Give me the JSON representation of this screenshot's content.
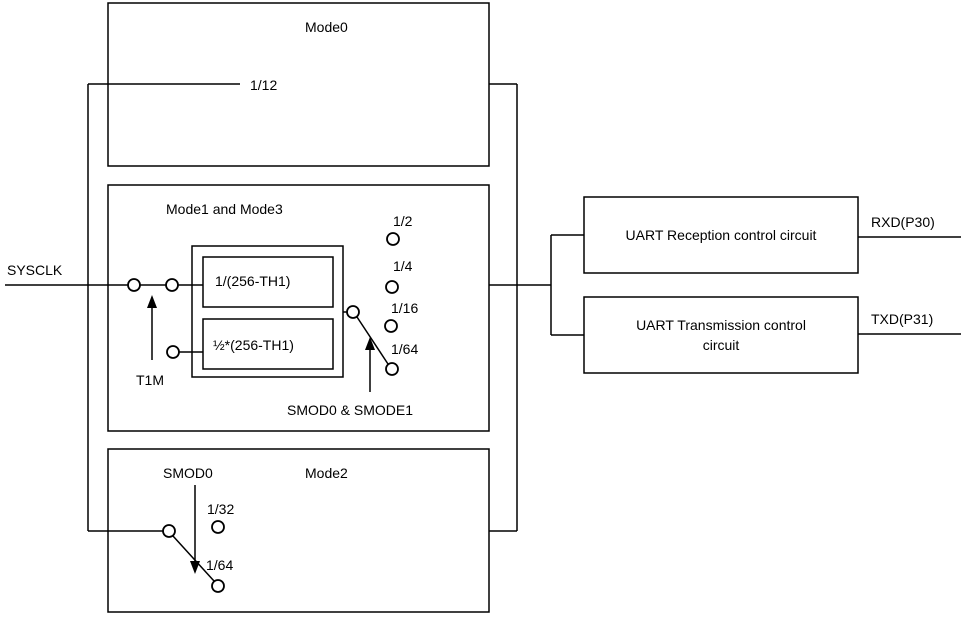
{
  "mode0": {
    "title": "Mode0",
    "divider": "1/12"
  },
  "mode13": {
    "title": "Mode1 and Mode3",
    "divider_a": "1/(256-TH1)",
    "divider_b": "½*(256-TH1)",
    "taps": [
      "1/2",
      "1/4",
      "1/16",
      "1/64"
    ],
    "control_label": "SMOD0 & SMODE1",
    "timer_control": "T1M"
  },
  "mode2": {
    "title": "Mode2",
    "control_label": "SMOD0",
    "taps": [
      "1/32",
      "1/64"
    ]
  },
  "input": {
    "label": "SYSCLK"
  },
  "uart": {
    "rx_block": "UART Reception control circuit",
    "tx_block_line1": "UART Transmission control",
    "tx_block_line2": "circuit",
    "rx_pin": "RXD(P30)",
    "tx_pin": "TXD(P31)"
  }
}
